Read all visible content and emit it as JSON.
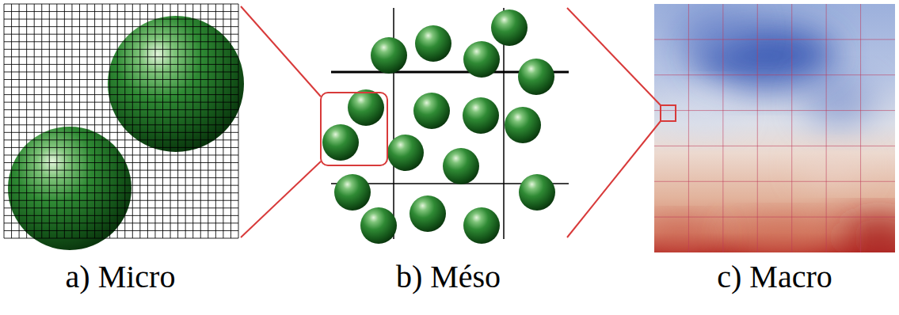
{
  "diagram": {
    "labels": [
      "a) Micro",
      "b) Méso",
      "c) Macro"
    ]
  }
}
